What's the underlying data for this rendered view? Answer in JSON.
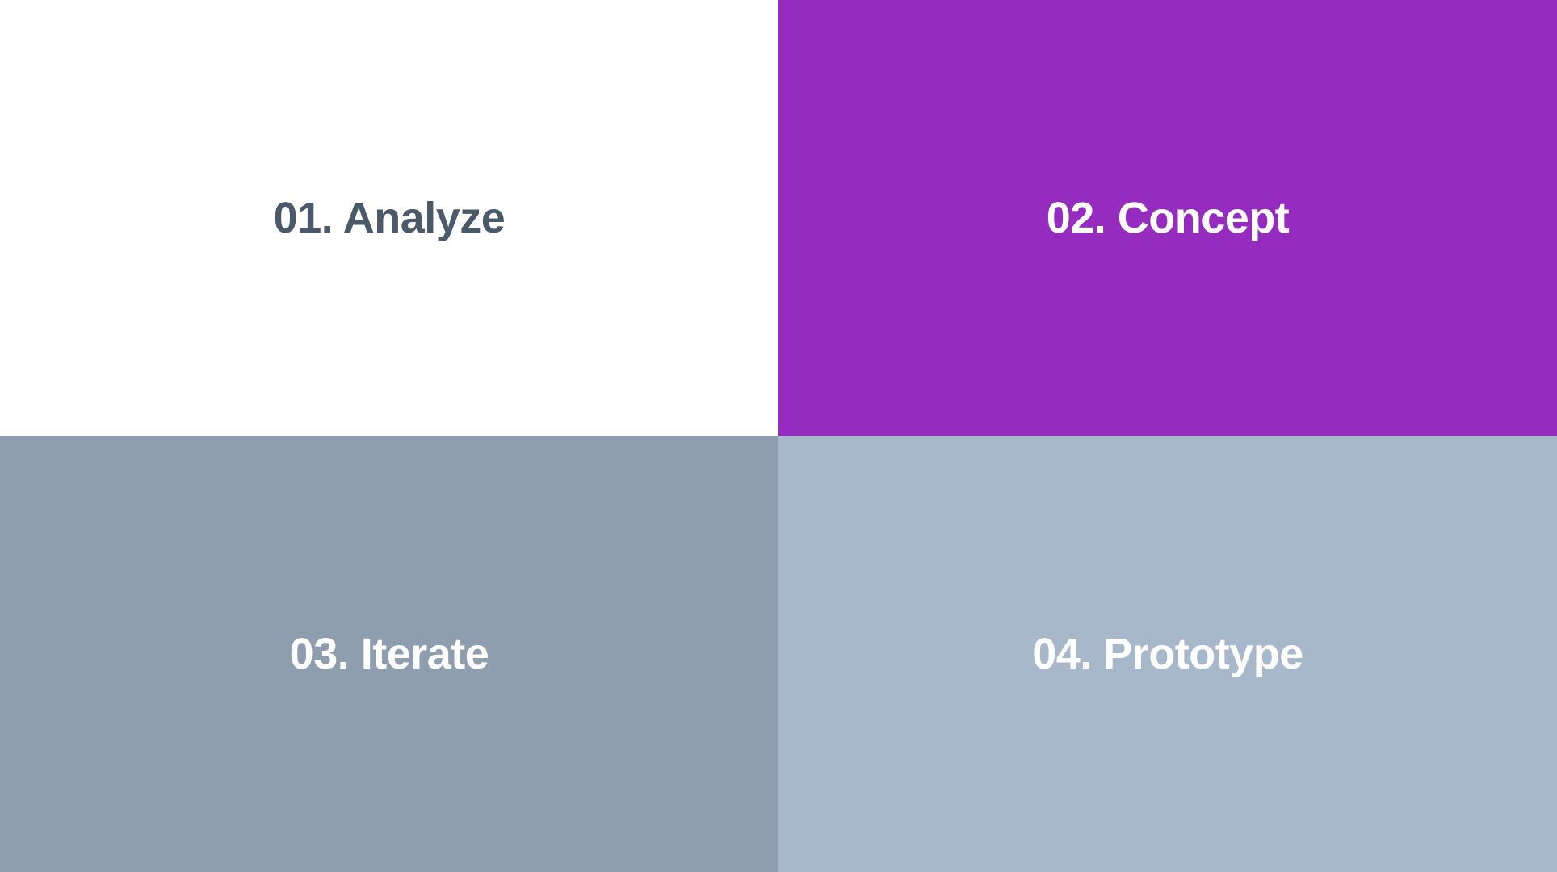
{
  "tiles": [
    {
      "label": "01. Analyze",
      "background": "#ffffff",
      "text_color": "#4b5a6a"
    },
    {
      "label": "02. Concept",
      "background": "#952bbf",
      "text_color": "#ffffff"
    },
    {
      "label": "03. Iterate",
      "background": "#8e9eae",
      "text_color": "#ffffff"
    },
    {
      "label": "04. Prototype",
      "background": "#a8b8cb",
      "text_color": "#ffffff"
    }
  ]
}
